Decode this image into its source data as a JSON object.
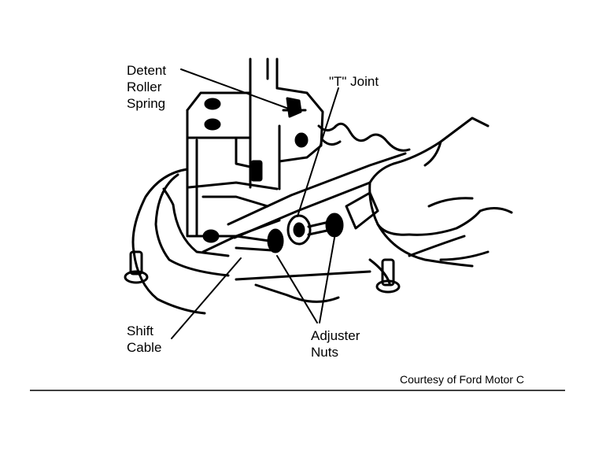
{
  "labels": {
    "detent": [
      "Detent",
      "Roller",
      "Spring"
    ],
    "t_joint": "\"T\" Joint",
    "shift_cable": [
      "Shift",
      "Cable"
    ],
    "adjuster_nuts": [
      "Adjuster",
      "Nuts"
    ]
  },
  "credit": "Courtesy of Ford Motor C"
}
